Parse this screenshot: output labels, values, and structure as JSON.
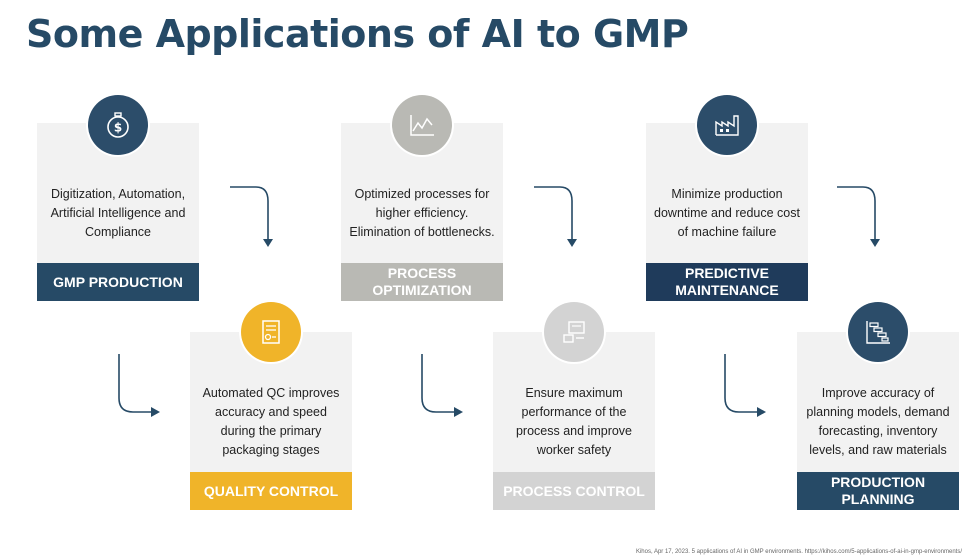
{
  "title": "Some Applications of AI to GMP",
  "colors": {
    "navy": "#264a66",
    "dark_navy": "#1f3b5b",
    "gray": "#b9b9b4",
    "light_gray": "#d3d3d3",
    "yellow": "#f0b429",
    "card_bg": "#f2f2f2"
  },
  "cards": [
    {
      "label": "GMP PRODUCTION",
      "text": "Digitization, Automation, Artificial Intelligence and Compliance",
      "icon": "stopwatch-dollar-icon"
    },
    {
      "label": "QUALITY CONTROL",
      "text": "Automated QC improves accuracy and speed during the primary packaging stages",
      "icon": "certificate-document-icon"
    },
    {
      "label": "PROCESS OPTIMIZATION",
      "text": "Optimized processes for higher efficiency. Elimination of bottlenecks.",
      "icon": "line-chart-icon"
    },
    {
      "label": "PROCESS CONTROL",
      "text": "Ensure maximum performance of the process and improve worker safety",
      "icon": "control-panel-icon"
    },
    {
      "label": "PREDICTIVE MAINTENANCE",
      "text": "Minimize production downtime and reduce cost of machine failure",
      "icon": "factory-icon"
    },
    {
      "label": "PRODUCTION PLANNING",
      "text": "Improve accuracy of planning models, demand forecasting, inventory levels, and raw materials",
      "icon": "gantt-chart-icon"
    }
  ],
  "footnote": "Kihos, Apr 17, 2023. 5 applications of AI in GMP environments. https://kihos.com/5-applications-of-ai-in-gmp-environments/"
}
